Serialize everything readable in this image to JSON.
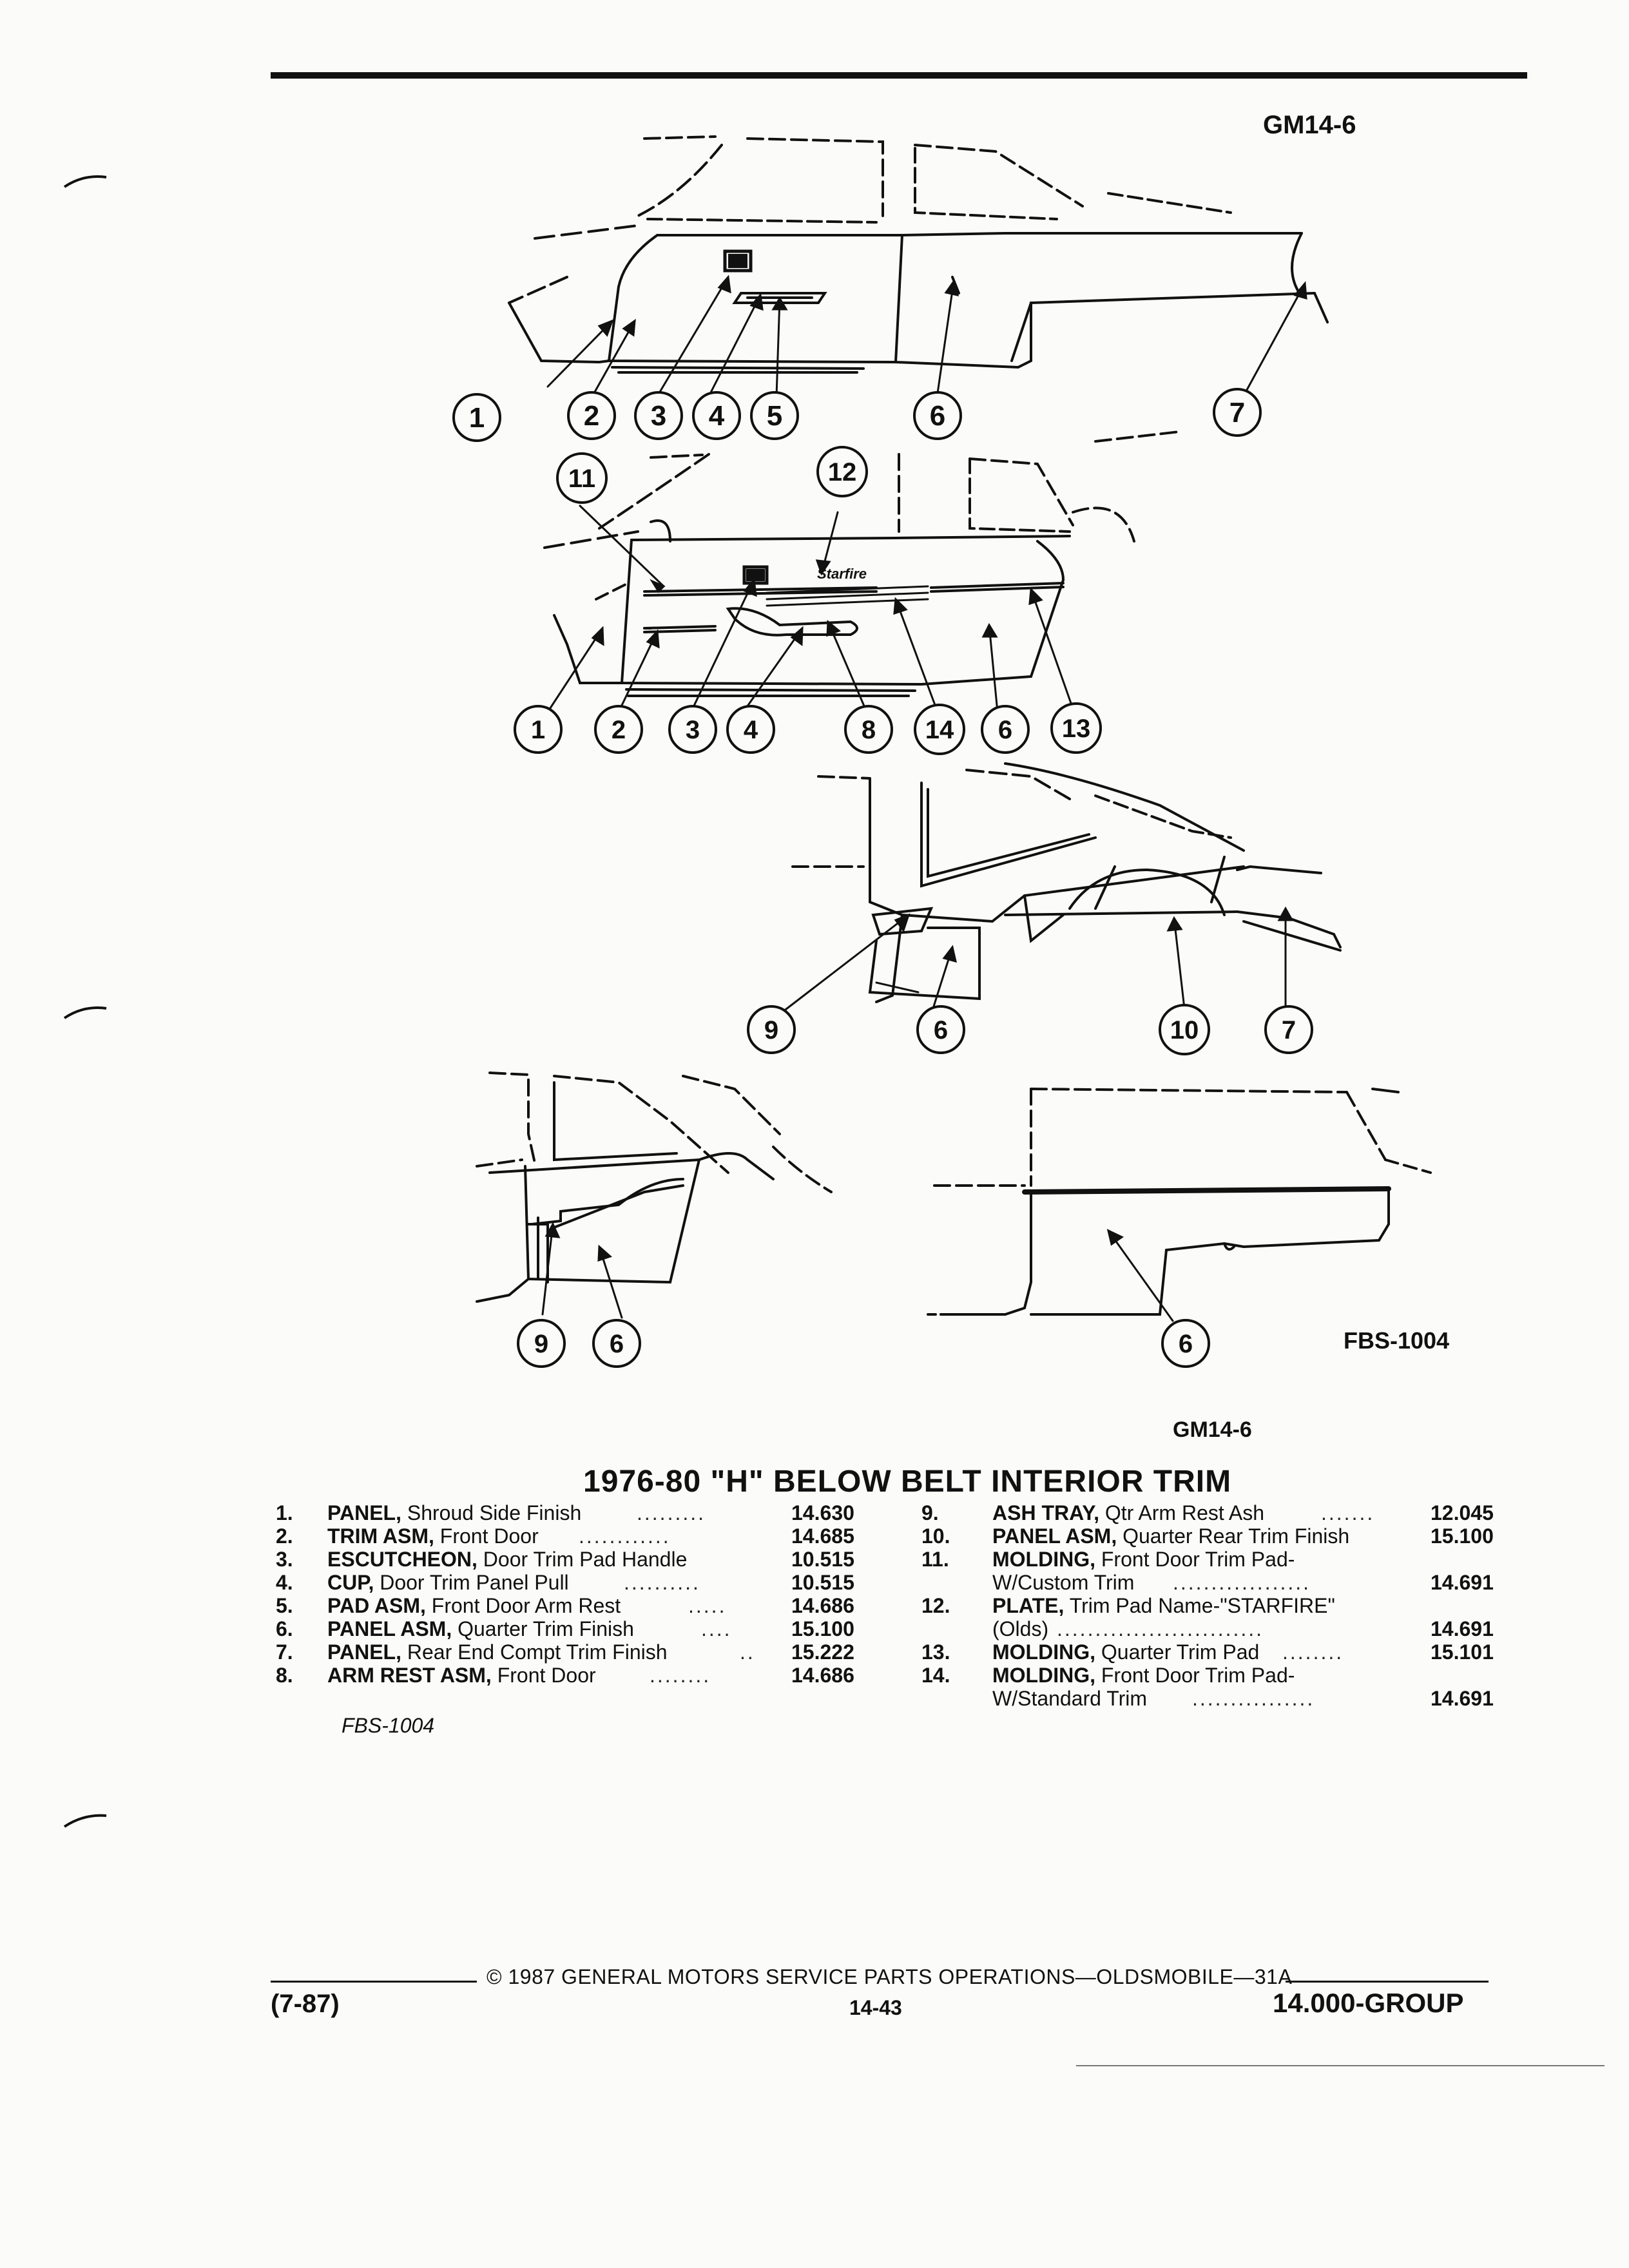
{
  "header": {
    "ref_top": "GM14-6"
  },
  "figure": {
    "ref": "FBS-1004",
    "callouts": {
      "v1": [
        "1",
        "2",
        "3",
        "4",
        "5",
        "6",
        "7"
      ],
      "v2": [
        "11",
        "12",
        "1",
        "2",
        "3",
        "4",
        "8",
        "14",
        "6",
        "13"
      ],
      "v3": [
        "9",
        "6",
        "10",
        "7"
      ],
      "v4": [
        "9",
        "6"
      ],
      "v5": [
        "6"
      ]
    },
    "starfire_script": "Starfire"
  },
  "ref_bottom": "GM14-6",
  "title": "1976-80 \"H\" BELOW BELT INTERIOR TRIM",
  "legend": {
    "left": [
      {
        "num": "1.",
        "name": "PANEL,",
        "desc": "Shroud Side Finish",
        "dots": ".........",
        "code": "14.630"
      },
      {
        "num": "2.",
        "name": "TRIM ASM,",
        "desc": "Front Door",
        "dots": "............",
        "code": "14.685"
      },
      {
        "num": "3.",
        "name": "ESCUTCHEON,",
        "desc": "Door Trim Pad Handle",
        "dots": "",
        "code": "10.515"
      },
      {
        "num": "4.",
        "name": "CUP,",
        "desc": "Door Trim Panel Pull",
        "dots": "..........",
        "code": "10.515"
      },
      {
        "num": "5.",
        "name": "PAD ASM,",
        "desc": "Front Door Arm Rest",
        "dots": ".....",
        "code": "14.686"
      },
      {
        "num": "6.",
        "name": "PANEL ASM,",
        "desc": "Quarter Trim Finish",
        "dots": "....",
        "code": "15.100"
      },
      {
        "num": "7.",
        "name": "PANEL,",
        "desc": "Rear End Compt Trim Finish",
        "dots": "..",
        "code": "15.222"
      },
      {
        "num": "8.",
        "name": "ARM REST ASM,",
        "desc": "Front Door",
        "dots": "........",
        "code": "14.686"
      }
    ],
    "right": [
      {
        "num": "9.",
        "name": "ASH TRAY,",
        "desc": "Qtr Arm Rest Ash",
        "dots": ".......",
        "code": "12.045"
      },
      {
        "num": "10.",
        "name": "PANEL ASM,",
        "desc": "Quarter Rear Trim Finish",
        "dots": "",
        "code": "15.100"
      },
      {
        "num": "11.",
        "name": "MOLDING,",
        "desc": "Front Door Trim Pad-",
        "dots": "",
        "code": ""
      },
      {
        "num": "",
        "name": "",
        "desc": "W/Custom Trim",
        "dots": "..................",
        "code": "14.691"
      },
      {
        "num": "12.",
        "name": "PLATE,",
        "desc": "Trim Pad Name-\"STARFIRE\"",
        "dots": "",
        "code": ""
      },
      {
        "num": "",
        "name": "",
        "desc": "(Olds)",
        "dots": "...........................",
        "code": "14.691"
      },
      {
        "num": "13.",
        "name": "MOLDING,",
        "desc": "Quarter Trim Pad",
        "dots": "........",
        "code": "15.101"
      },
      {
        "num": "14.",
        "name": "MOLDING,",
        "desc": "Front Door Trim Pad-",
        "dots": "",
        "code": ""
      },
      {
        "num": "",
        "name": "",
        "desc": "W/Standard Trim",
        "dots": "................",
        "code": "14.691"
      }
    ]
  },
  "caption": "FBS-1004",
  "footer": {
    "copyright": "© 1987 GENERAL MOTORS SERVICE PARTS OPERATIONS—OLDSMOBILE—31A",
    "date": "(7-87)",
    "page": "14-43",
    "group": "14.000-GROUP"
  }
}
